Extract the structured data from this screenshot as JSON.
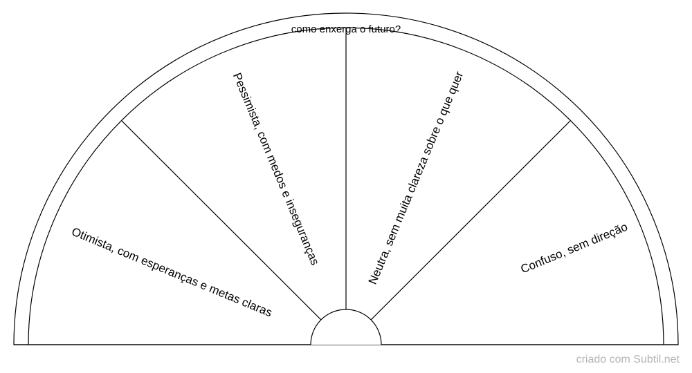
{
  "diagram": {
    "title": "como enxerga o futuro?",
    "segments": [
      {
        "label": "Otimista, com esperanças e metas claras"
      },
      {
        "label": "Pessimista, com medos e inseguranças"
      },
      {
        "label": "Neutra, sem muita clareza sobre o que quer"
      },
      {
        "label": "Confuso, sem direção"
      }
    ]
  },
  "footer": {
    "credit": "criado com Subtil.net"
  },
  "colors": {
    "stroke": "#000000",
    "background": "#ffffff",
    "credit": "#b4b4b4"
  }
}
